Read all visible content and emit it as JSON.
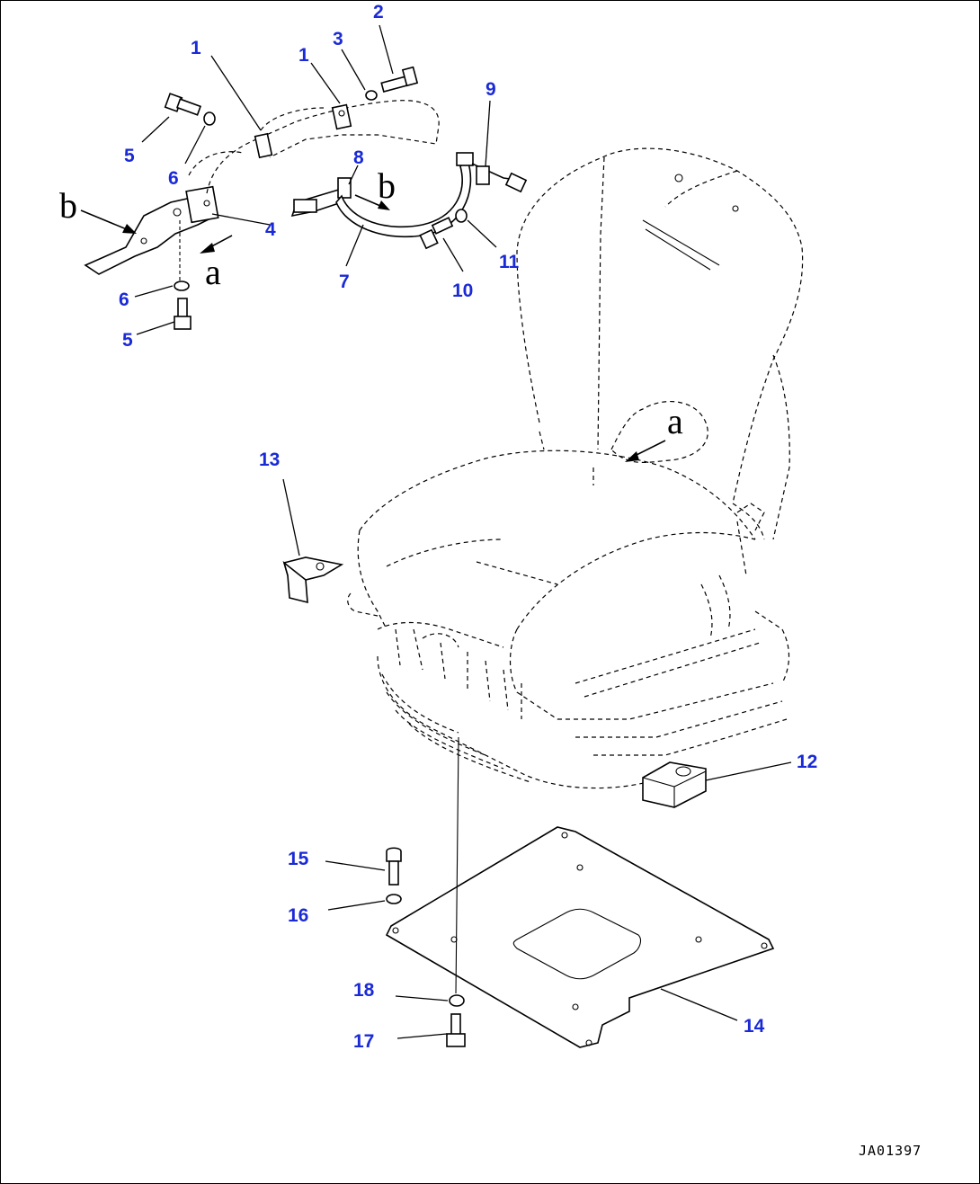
{
  "callouts": [
    {
      "id": "c1a",
      "label": "1"
    },
    {
      "id": "c1b",
      "label": "1"
    },
    {
      "id": "c2",
      "label": "2"
    },
    {
      "id": "c3",
      "label": "3"
    },
    {
      "id": "c4",
      "label": "4"
    },
    {
      "id": "c5a",
      "label": "5"
    },
    {
      "id": "c5b",
      "label": "5"
    },
    {
      "id": "c6a",
      "label": "6"
    },
    {
      "id": "c6b",
      "label": "6"
    },
    {
      "id": "c7",
      "label": "7"
    },
    {
      "id": "c8",
      "label": "8"
    },
    {
      "id": "c9",
      "label": "9"
    },
    {
      "id": "c10",
      "label": "10"
    },
    {
      "id": "c11",
      "label": "11"
    },
    {
      "id": "c12",
      "label": "12"
    },
    {
      "id": "c13",
      "label": "13"
    },
    {
      "id": "c14",
      "label": "14"
    },
    {
      "id": "c15",
      "label": "15"
    },
    {
      "id": "c16",
      "label": "16"
    },
    {
      "id": "c17",
      "label": "17"
    },
    {
      "id": "c18",
      "label": "18"
    }
  ],
  "view_markers": {
    "a_detail": "a",
    "a_seat": "a",
    "b_left": "b",
    "b_right": "b"
  },
  "drawing_code": "JA01397",
  "colors": {
    "callout": "#1a2ad6",
    "line": "#000000",
    "background": "#ffffff"
  }
}
